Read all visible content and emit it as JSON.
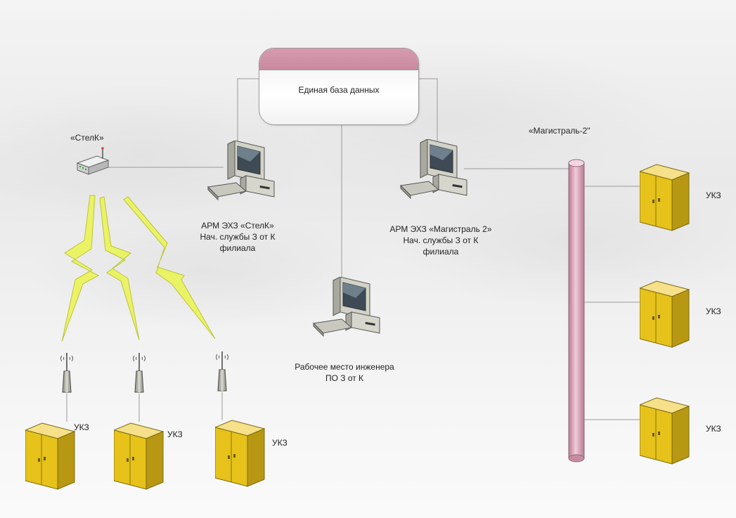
{
  "database": {
    "label": "Единая база данных"
  },
  "stelk": {
    "label": "«СтелК»",
    "workstation": {
      "line1": "АРМ ЭХЗ «СтелК»",
      "line2": "Нач. службы З от К",
      "line3": "филиала"
    },
    "ukz": [
      "УКЗ",
      "УКЗ",
      "УКЗ"
    ]
  },
  "magistral": {
    "label": "«Магистраль-2\"",
    "workstation": {
      "line1": "АРМ ЭХЗ «Магистраль 2»",
      "line2": "Нач. службы З от К",
      "line3": "филиала"
    },
    "ukz": [
      "УКЗ",
      "УКЗ",
      "УКЗ"
    ]
  },
  "engineer": {
    "line1": "Рабочее место инженера",
    "line2": "ПО З от К"
  },
  "colors": {
    "db_cap": "#c98aa0",
    "bus": "#d9a3b6",
    "cabinet": "#e6c21a",
    "lightning": "#e9f25a",
    "computer": "#b9b9b0"
  }
}
